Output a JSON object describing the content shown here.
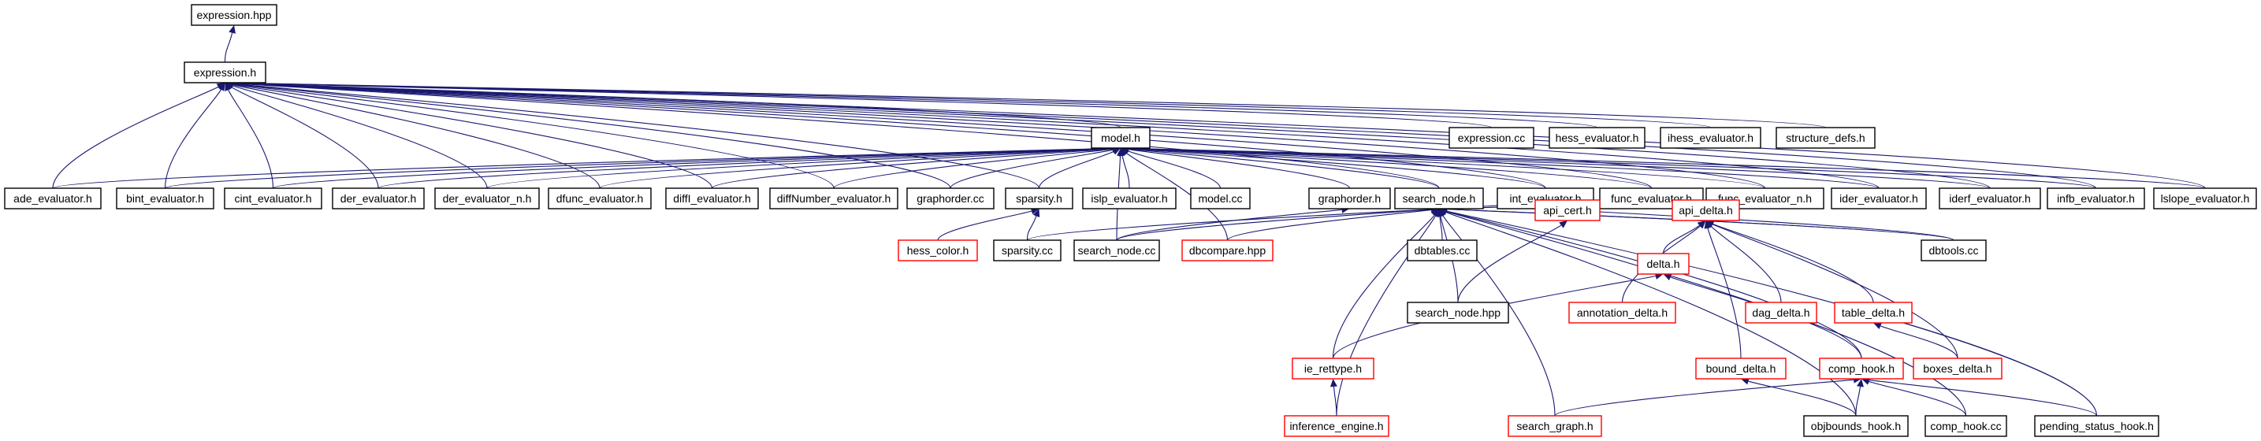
{
  "colors": {
    "edge": "#191970",
    "node_border": "#000000",
    "node_border_incomplete": "#ff0000",
    "root_fill": "#bfbfbf"
  },
  "nodes": {
    "expression_hpp": {
      "label": "expression.hpp",
      "style": "root"
    },
    "expression_h": {
      "label": "expression.h",
      "style": "normal"
    },
    "model_h": {
      "label": "model.h",
      "style": "normal"
    },
    "expression_cc": {
      "label": "expression.cc",
      "style": "normal"
    },
    "hess_evaluator_h": {
      "label": "hess_evaluator.h",
      "style": "normal"
    },
    "ihess_evaluator_h": {
      "label": "ihess_evaluator.h",
      "style": "normal"
    },
    "structure_defs_h": {
      "label": "structure_defs.h",
      "style": "normal"
    },
    "ade_evaluator_h": {
      "label": "ade_evaluator.h",
      "style": "normal"
    },
    "bint_evaluator_h": {
      "label": "bint_evaluator.h",
      "style": "normal"
    },
    "cint_evaluator_h": {
      "label": "cint_evaluator.h",
      "style": "normal"
    },
    "der_evaluator_h": {
      "label": "der_evaluator.h",
      "style": "normal"
    },
    "der_evaluator_n_h": {
      "label": "der_evaluator_n.h",
      "style": "normal"
    },
    "dfunc_evaluator_h": {
      "label": "dfunc_evaluator.h",
      "style": "normal"
    },
    "diffI_evaluator_h": {
      "label": "diffI_evaluator.h",
      "style": "normal"
    },
    "diffNumber_evaluator_h": {
      "label": "diffNumber_evaluator.h",
      "style": "normal"
    },
    "graphorder_cc": {
      "label": "graphorder.cc",
      "style": "normal"
    },
    "sparsity_h": {
      "label": "sparsity.h",
      "style": "normal"
    },
    "islp_evaluator_h": {
      "label": "islp_evaluator.h",
      "style": "normal"
    },
    "model_cc": {
      "label": "model.cc",
      "style": "normal"
    },
    "graphorder_h": {
      "label": "graphorder.h",
      "style": "normal"
    },
    "search_node_h": {
      "label": "search_node.h",
      "style": "normal"
    },
    "int_evaluator_h": {
      "label": "int_evaluator.h",
      "style": "normal"
    },
    "func_evaluator_h": {
      "label": "func_evaluator.h",
      "style": "normal"
    },
    "func_evaluator_n_h": {
      "label": "func_evaluator_n.h",
      "style": "normal"
    },
    "ider_evaluator_h": {
      "label": "ider_evaluator.h",
      "style": "normal"
    },
    "iderf_evaluator_h": {
      "label": "iderf_evaluator.h",
      "style": "normal"
    },
    "infb_evaluator_h": {
      "label": "infb_evaluator.h",
      "style": "normal"
    },
    "lslope_evaluator_h": {
      "label": "lslope_evaluator.h",
      "style": "normal"
    },
    "hess_color_h": {
      "label": "hess_color.h",
      "style": "incomplete"
    },
    "sparsity_cc": {
      "label": "sparsity.cc",
      "style": "normal"
    },
    "search_node_cc": {
      "label": "search_node.cc",
      "style": "normal"
    },
    "dbcompare_hpp": {
      "label": "dbcompare.hpp",
      "style": "incomplete"
    },
    "dbtables_cc": {
      "label": "dbtables.cc",
      "style": "normal"
    },
    "api_cert_h": {
      "label": "api_cert.h",
      "style": "incomplete"
    },
    "api_delta_h": {
      "label": "api_delta.h",
      "style": "incomplete"
    },
    "dbtools_cc": {
      "label": "dbtools.cc",
      "style": "normal"
    },
    "search_node_hpp": {
      "label": "search_node.hpp",
      "style": "normal"
    },
    "annotation_delta_h": {
      "label": "annotation_delta.h",
      "style": "incomplete"
    },
    "delta_h": {
      "label": "delta.h",
      "style": "incomplete"
    },
    "dag_delta_h": {
      "label": "dag_delta.h",
      "style": "incomplete"
    },
    "table_delta_h": {
      "label": "table_delta.h",
      "style": "incomplete"
    },
    "ie_rettype_h": {
      "label": "ie_rettype.h",
      "style": "incomplete"
    },
    "bound_delta_h": {
      "label": "bound_delta.h",
      "style": "incomplete"
    },
    "comp_hook_h": {
      "label": "comp_hook.h",
      "style": "incomplete"
    },
    "boxes_delta_h": {
      "label": "boxes_delta.h",
      "style": "incomplete"
    },
    "inference_engine_h": {
      "label": "inference_engine.h",
      "style": "incomplete"
    },
    "search_graph_h": {
      "label": "search_graph.h",
      "style": "incomplete"
    },
    "objbounds_hook_h": {
      "label": "objbounds_hook.h",
      "style": "normal"
    },
    "comp_hook_cc": {
      "label": "comp_hook.cc",
      "style": "normal"
    },
    "pending_status_hook_h": {
      "label": "pending_status_hook.h",
      "style": "normal"
    }
  },
  "edges": [
    [
      "expression_h",
      "expression_hpp"
    ],
    [
      "model_h",
      "expression_h"
    ],
    [
      "expression_cc",
      "expression_h"
    ],
    [
      "hess_evaluator_h",
      "expression_h"
    ],
    [
      "ihess_evaluator_h",
      "expression_h"
    ],
    [
      "structure_defs_h",
      "expression_h"
    ],
    [
      "ade_evaluator_h",
      "expression_h"
    ],
    [
      "bint_evaluator_h",
      "expression_h"
    ],
    [
      "cint_evaluator_h",
      "expression_h"
    ],
    [
      "der_evaluator_h",
      "expression_h"
    ],
    [
      "der_evaluator_n_h",
      "expression_h"
    ],
    [
      "dfunc_evaluator_h",
      "expression_h"
    ],
    [
      "diffI_evaluator_h",
      "expression_h"
    ],
    [
      "diffNumber_evaluator_h",
      "expression_h"
    ],
    [
      "graphorder_cc",
      "expression_h"
    ],
    [
      "sparsity_h",
      "expression_h"
    ],
    [
      "search_node_h",
      "expression_h"
    ],
    [
      "int_evaluator_h",
      "expression_h"
    ],
    [
      "func_evaluator_h",
      "expression_h"
    ],
    [
      "func_evaluator_n_h",
      "expression_h"
    ],
    [
      "ider_evaluator_h",
      "expression_h"
    ],
    [
      "iderf_evaluator_h",
      "expression_h"
    ],
    [
      "infb_evaluator_h",
      "expression_h"
    ],
    [
      "lslope_evaluator_h",
      "expression_h"
    ],
    [
      "ade_evaluator_h",
      "model_h"
    ],
    [
      "bint_evaluator_h",
      "model_h"
    ],
    [
      "cint_evaluator_h",
      "model_h"
    ],
    [
      "der_evaluator_h",
      "model_h"
    ],
    [
      "der_evaluator_n_h",
      "model_h"
    ],
    [
      "dfunc_evaluator_h",
      "model_h"
    ],
    [
      "diffI_evaluator_h",
      "model_h"
    ],
    [
      "diffNumber_evaluator_h",
      "model_h"
    ],
    [
      "graphorder_cc",
      "model_h"
    ],
    [
      "sparsity_h",
      "model_h"
    ],
    [
      "islp_evaluator_h",
      "model_h"
    ],
    [
      "model_cc",
      "model_h"
    ],
    [
      "graphorder_h",
      "model_h"
    ],
    [
      "search_node_h",
      "model_h"
    ],
    [
      "int_evaluator_h",
      "model_h"
    ],
    [
      "func_evaluator_h",
      "model_h"
    ],
    [
      "func_evaluator_n_h",
      "model_h"
    ],
    [
      "ider_evaluator_h",
      "model_h"
    ],
    [
      "iderf_evaluator_h",
      "model_h"
    ],
    [
      "infb_evaluator_h",
      "model_h"
    ],
    [
      "lslope_evaluator_h",
      "model_h"
    ],
    [
      "search_node_cc",
      "model_h"
    ],
    [
      "dbcompare_hpp",
      "model_h"
    ],
    [
      "hess_color_h",
      "sparsity_h"
    ],
    [
      "sparsity_cc",
      "sparsity_h"
    ],
    [
      "search_node_cc",
      "graphorder_h"
    ],
    [
      "sparsity_cc",
      "search_node_h"
    ],
    [
      "search_node_cc",
      "search_node_h"
    ],
    [
      "dbcompare_hpp",
      "search_node_h"
    ],
    [
      "dbtables_cc",
      "search_node_h"
    ],
    [
      "api_cert_h",
      "search_node_h"
    ],
    [
      "api_delta_h",
      "search_node_h"
    ],
    [
      "dbtools_cc",
      "search_node_h"
    ],
    [
      "search_node_hpp",
      "search_node_h"
    ],
    [
      "ie_rettype_h",
      "search_node_h"
    ],
    [
      "inference_engine_h",
      "search_node_h"
    ],
    [
      "search_graph_h",
      "search_node_h"
    ],
    [
      "comp_hook_h",
      "search_node_h"
    ],
    [
      "objbounds_hook_h",
      "search_node_h"
    ],
    [
      "comp_hook_cc",
      "search_node_h"
    ],
    [
      "pending_status_hook_h",
      "search_node_h"
    ],
    [
      "search_node_hpp",
      "api_cert_h"
    ],
    [
      "annotation_delta_h",
      "api_delta_h"
    ],
    [
      "delta_h",
      "api_delta_h"
    ],
    [
      "dag_delta_h",
      "api_delta_h"
    ],
    [
      "table_delta_h",
      "api_delta_h"
    ],
    [
      "bound_delta_h",
      "api_delta_h"
    ],
    [
      "boxes_delta_h",
      "api_delta_h"
    ],
    [
      "ie_rettype_h",
      "delta_h"
    ],
    [
      "comp_hook_h",
      "delta_h"
    ],
    [
      "boxes_delta_h",
      "table_delta_h"
    ],
    [
      "inference_engine_h",
      "ie_rettype_h"
    ],
    [
      "objbounds_hook_h",
      "bound_delta_h"
    ],
    [
      "objbounds_hook_h",
      "comp_hook_h"
    ],
    [
      "comp_hook_cc",
      "comp_hook_h"
    ],
    [
      "pending_status_hook_h",
      "comp_hook_h"
    ],
    [
      "search_graph_h",
      "comp_hook_h"
    ],
    [
      "dbtools_cc",
      "int_evaluator_h"
    ],
    [
      "dbtools_cc",
      "search_node_h"
    ]
  ]
}
